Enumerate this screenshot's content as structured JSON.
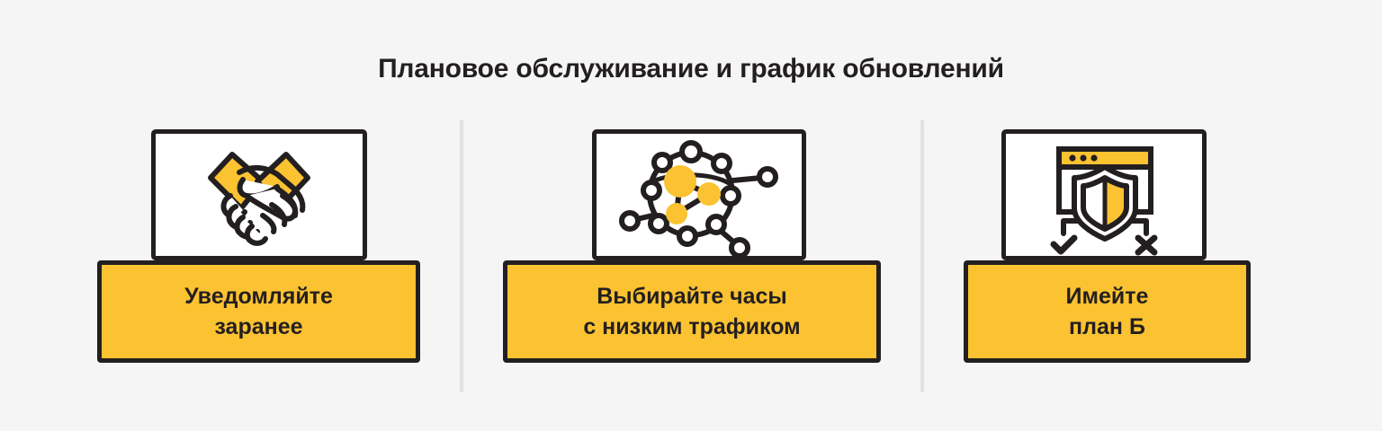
{
  "title": "Плановое обслуживание и график обновлений",
  "colors": {
    "background": "#f5f5f5",
    "accent_yellow": "#fbc231",
    "ink": "#231f20",
    "card_white": "#ffffff",
    "divider": "#e2e2e2"
  },
  "cards": [
    {
      "icon": "handshake-icon",
      "label": "Уведомляйте\nзаранее",
      "label_lines": [
        "Уведомляйте",
        "заранее"
      ]
    },
    {
      "icon": "network-globe-icon",
      "label": "Выбирайте часы\nс низким трафиком",
      "label_lines": [
        "Выбирайте часы",
        "с низким трафиком"
      ]
    },
    {
      "icon": "browser-shield-icon",
      "label": "Имейте\nплан Б",
      "label_lines": [
        "Имейте",
        "план Б"
      ]
    }
  ],
  "dividers": [
    "divider-1",
    "divider-2"
  ]
}
